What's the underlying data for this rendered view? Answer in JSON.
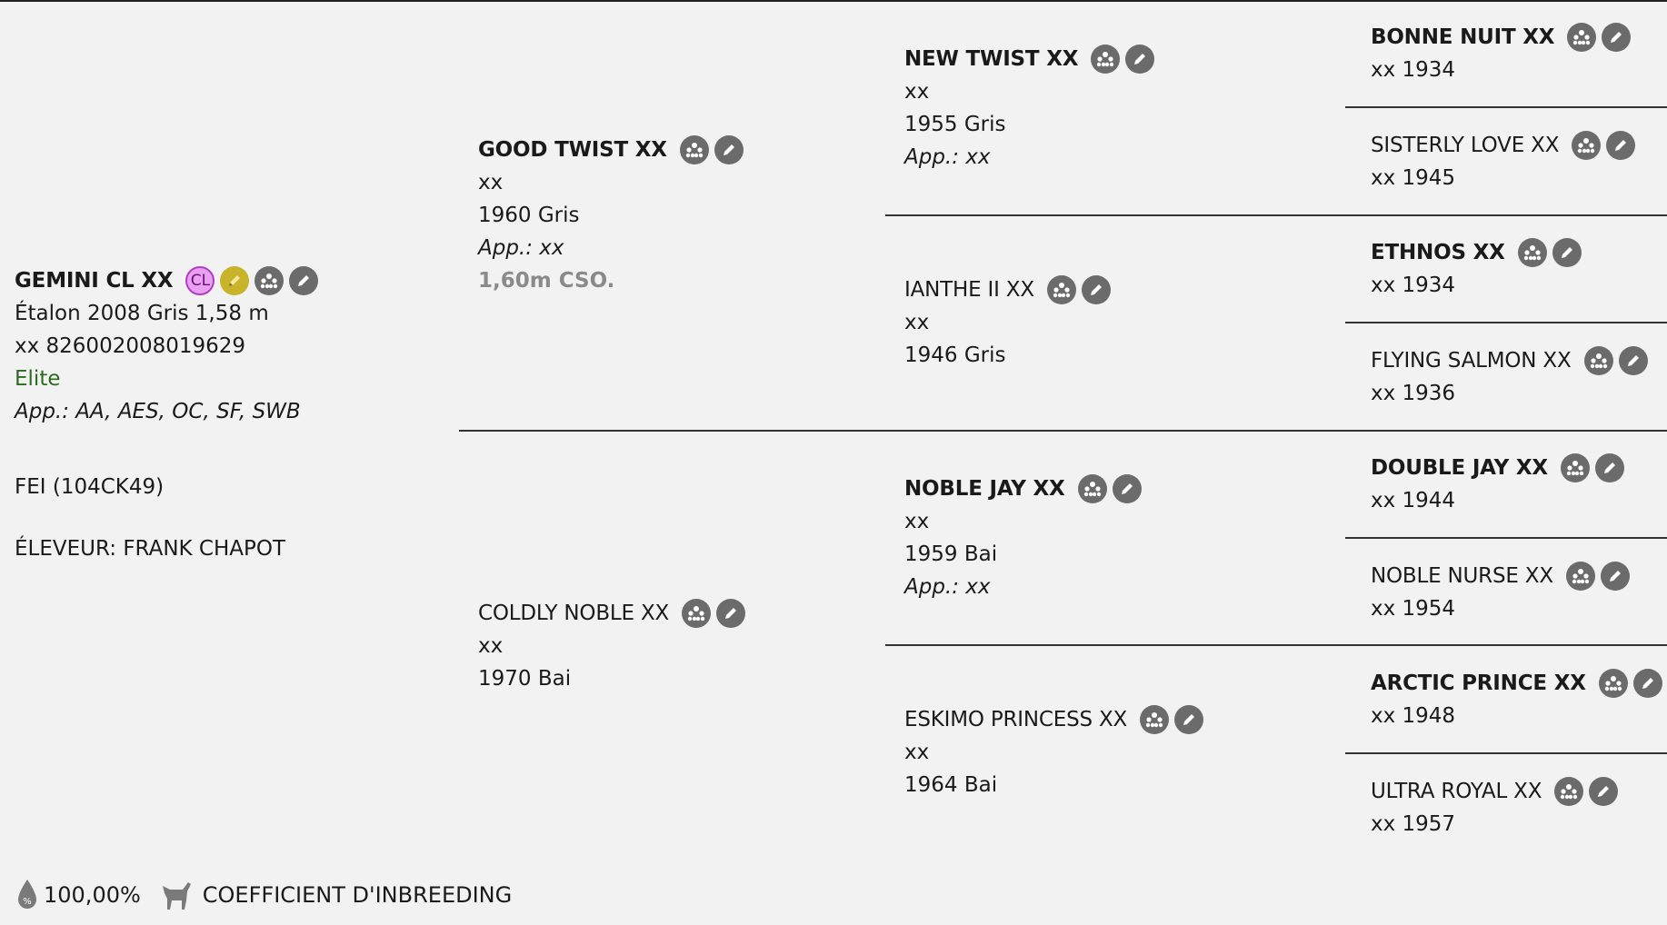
{
  "subject": {
    "name": "GEMINI CL XX",
    "line1": "Étalon 2008 Gris 1,58 m",
    "line2": "xx 826002008019629",
    "status": "Elite",
    "approvals": "App.: AA, AES, OC, SF, SWB",
    "fei": "FEI (104CK49)",
    "breeder": "ÉLEVEUR: FRANK CHAPOT",
    "badge_cl": "CL"
  },
  "sire": {
    "name": "GOOD TWIST XX",
    "breed": "xx",
    "birth": "1960 Gris",
    "approvals": "App.: xx",
    "performance": "1,60m CSO."
  },
  "dam": {
    "name": "COLDLY NOBLE XX",
    "breed": "xx",
    "birth": "1970 Bai"
  },
  "ss": {
    "name": "NEW TWIST XX",
    "breed": "xx",
    "birth": "1955 Gris",
    "approvals": "App.: xx"
  },
  "sd": {
    "name": "IANTHE II XX",
    "breed": "xx",
    "birth": "1946 Gris"
  },
  "ds": {
    "name": "NOBLE JAY XX",
    "breed": "xx",
    "birth": "1959 Bai",
    "approvals": "App.: xx"
  },
  "dd": {
    "name": "ESKIMO PRINCESS XX",
    "breed": "xx",
    "birth": "1964 Bai"
  },
  "gen3": [
    {
      "name": "BONNE NUIT XX",
      "info": "xx 1934",
      "bold": true
    },
    {
      "name": "SISTERLY LOVE XX",
      "info": "xx 1945",
      "bold": false
    },
    {
      "name": "ETHNOS XX",
      "info": "xx 1934",
      "bold": true
    },
    {
      "name": "FLYING SALMON XX",
      "info": "xx 1936",
      "bold": false
    },
    {
      "name": "DOUBLE JAY XX",
      "info": "xx 1944",
      "bold": true
    },
    {
      "name": "NOBLE NURSE XX",
      "info": "xx 1954",
      "bold": false
    },
    {
      "name": "ARCTIC PRINCE XX",
      "info": "xx 1948",
      "bold": true
    },
    {
      "name": "ULTRA ROYAL XX",
      "info": "xx 1957",
      "bold": false
    }
  ],
  "footer": {
    "blood_percent": "100,00%",
    "inbreeding_label": "COEFFICIENT D'INBREEDING"
  },
  "colors": {
    "background": "#f2f2f2",
    "icon_gray": "#6b6b6b",
    "badge_cl": "#e9a0f0",
    "badge_gold": "#c9b32b",
    "elite_green": "#2a6b1f",
    "performance_gray": "#8a8a8a"
  },
  "icons": {
    "pedigree": "pedigree-tree-icon",
    "edit": "pencil-icon",
    "cl": "cl-badge-icon",
    "gold": "gold-pencil-icon",
    "blood": "blood-drop-percent-icon",
    "horse": "horse-icon"
  }
}
